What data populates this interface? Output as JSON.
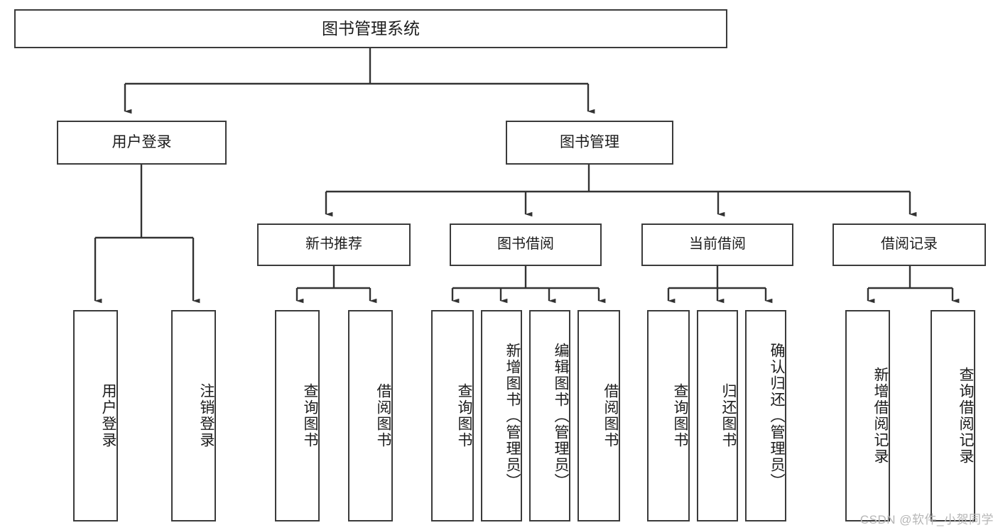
{
  "diagram": {
    "title": "图书管理系统",
    "type": "tree-hierarchy",
    "watermark": "CSDN @软件_小贺同学",
    "colors": {
      "background": "#ffffff",
      "box_border": "#3b3b3b",
      "box_fill": "#ffffff",
      "text": "#1c1c1c",
      "edge": "#333333",
      "watermark": "#b6b6b6"
    }
  },
  "root": {
    "label": "图书管理系统"
  },
  "level1": [
    {
      "label": "用户登录"
    },
    {
      "label": "图书管理"
    }
  ],
  "level2": [
    {
      "label": "新书推荐"
    },
    {
      "label": "图书借阅"
    },
    {
      "label": "当前借阅"
    },
    {
      "label": "借阅记录"
    }
  ],
  "leaves": {
    "user_login": [
      {
        "label": "用户登录"
      },
      {
        "label": "注销登录"
      }
    ],
    "new_book_recommend": [
      {
        "label": "查询图书"
      },
      {
        "label": "借阅图书"
      }
    ],
    "book_borrow": [
      {
        "label": "查询图书"
      },
      {
        "label": "新增图书（管理员）"
      },
      {
        "label": "编辑图书（管理员）"
      },
      {
        "label": "借阅图书"
      }
    ],
    "current_borrow": [
      {
        "label": "查询图书"
      },
      {
        "label": "归还图书"
      },
      {
        "label": "确认归还（管理员）"
      }
    ],
    "borrow_record": [
      {
        "label": "新增借阅记录"
      },
      {
        "label": "查询借阅记录"
      }
    ]
  }
}
